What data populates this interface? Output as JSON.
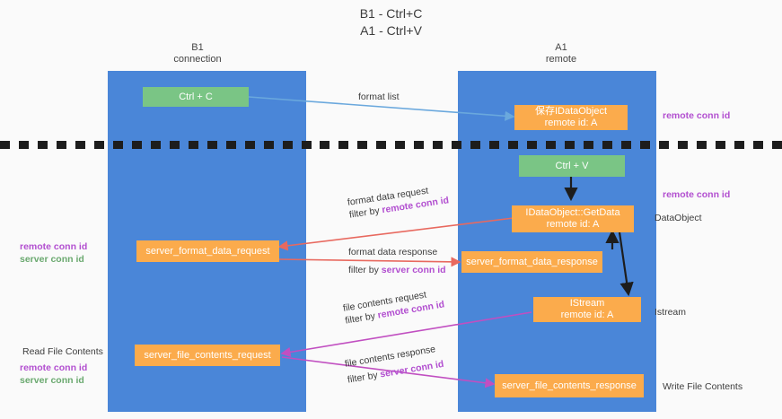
{
  "title": {
    "line1": "B1 - Ctrl+C",
    "line2": "A1 - Ctrl+V"
  },
  "lanes": [
    {
      "id": "b1",
      "name": "B1",
      "sub": "connection"
    },
    {
      "id": "a1",
      "name": "A1",
      "sub": "remote"
    }
  ],
  "nodes": {
    "ctrl_c": {
      "label": "Ctrl + C"
    },
    "ctrl_v": {
      "label": "Ctrl + V"
    },
    "save_dataobject": {
      "line1": "保存IDataObject",
      "line2": "remote id: A"
    },
    "getdata": {
      "line1": "IDataObject::GetData",
      "line2": "remote id: A"
    },
    "istream": {
      "line1": "IStream",
      "line2": "remote id: A"
    },
    "server_format_data_request": {
      "label": "server_format_data_request"
    },
    "server_format_data_response": {
      "label": "server_format_data_response"
    },
    "server_file_contents_request": {
      "label": "server_file_contents_request"
    },
    "server_file_contents_response": {
      "label": "server_file_contents_response"
    }
  },
  "edges": {
    "format_list": {
      "line1": "format list"
    },
    "format_data_request": {
      "line1": "format data request",
      "prefix": "filter by ",
      "hl": "remote conn id"
    },
    "format_data_response": {
      "line1": "format data response",
      "prefix": "filter by ",
      "hl": "server conn id"
    },
    "file_contents_request": {
      "line1": "file contents request",
      "prefix": "filter by ",
      "hl": "remote conn id"
    },
    "file_contents_response": {
      "line1": "file contents response",
      "prefix": "filter by ",
      "hl": "server conn id"
    }
  },
  "notes": {
    "right_remote_top": "remote conn id",
    "right_remote_mid": "remote conn id",
    "right_dataobject": "DataObject",
    "right_istream": "Istream",
    "right_write_file": "Write File Contents",
    "left_remote_conn": "remote conn id",
    "left_server_conn": "server conn id",
    "left_read_file": "Read File Contents",
    "left_remote_conn2": "remote conn id",
    "left_server_conn2": "server conn id"
  },
  "colors": {
    "lane": "#4a86d8",
    "green_node": "#7ac585",
    "orange_node": "#fbab4c",
    "arrow_blue": "#6aa8dd",
    "arrow_red": "#e8695f",
    "arrow_magenta": "#c14fc1",
    "arrow_black": "#1d1d1d",
    "highlight_purple": "#b24fd0",
    "highlight_green": "#6aa96f",
    "divider": "#1d1d1d"
  }
}
